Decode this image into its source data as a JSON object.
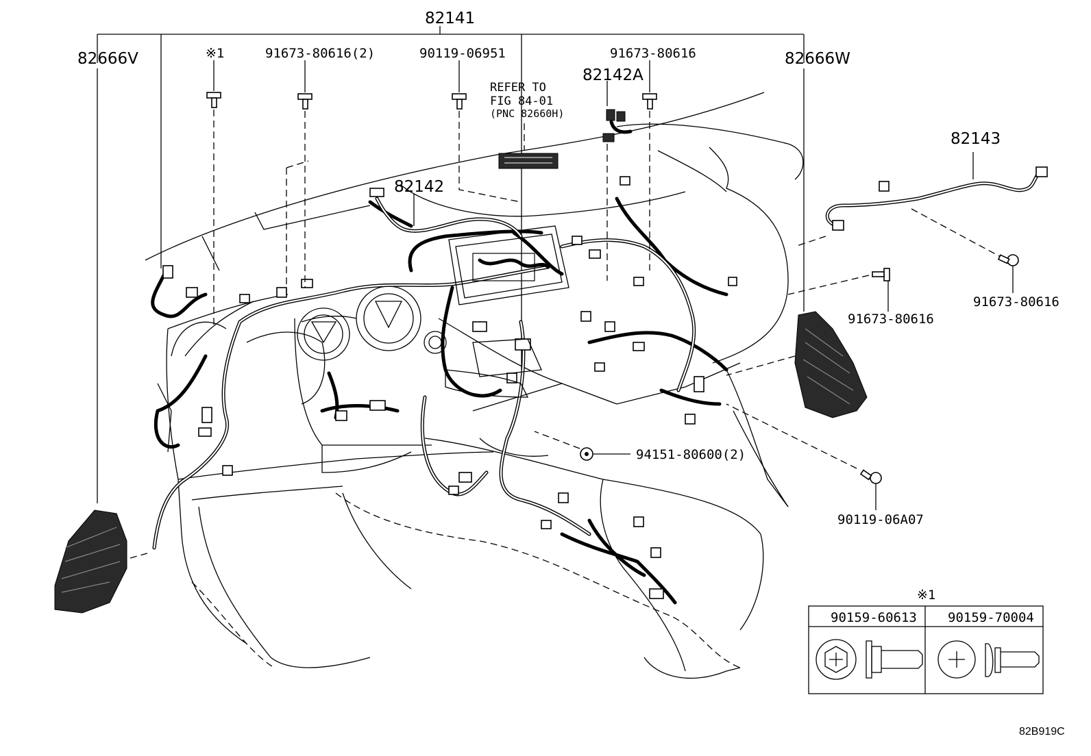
{
  "labels": {
    "harness_main": "82141",
    "bracket_left": "82666V",
    "bracket_right": "82666W",
    "screw_note_mark": "※1",
    "bolt_a": "91673-80616(2)",
    "bolt_b": "90119-06951",
    "refer_line1": "REFER TO",
    "refer_line2": "FIG 84-01",
    "refer_line3": "(PNC 82660H)",
    "bolt_c": "91673-80616",
    "wire_a": "82142A",
    "wire_b": "82142",
    "wire_c": "82143",
    "bolt_d": "91673-80616",
    "bolt_e": "91673-80616",
    "clip": "94151-80600(2)",
    "bolt_f": "90119-06A07",
    "figure_id": "82B919C"
  },
  "screw_table": {
    "mark": "※1",
    "columns": [
      "90159-60613",
      "90159-70004"
    ],
    "head_icons": [
      "hex-flange-phillips-screw-icon",
      "phillips-pan-screw-icon"
    ]
  }
}
